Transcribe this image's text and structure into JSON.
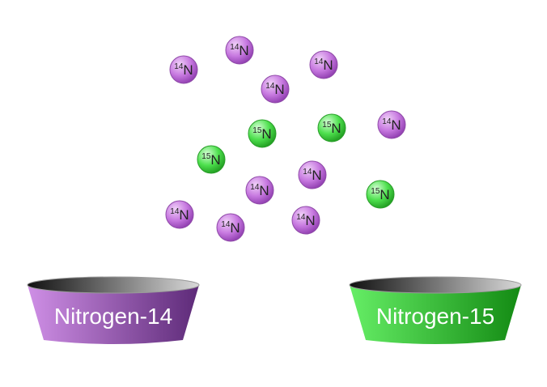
{
  "atoms": [
    {
      "isotope": "14",
      "symbol": "N",
      "kind": "n14"
    },
    {
      "isotope": "14",
      "symbol": "N",
      "kind": "n14"
    },
    {
      "isotope": "14",
      "symbol": "N",
      "kind": "n14"
    },
    {
      "isotope": "14",
      "symbol": "N",
      "kind": "n14"
    },
    {
      "isotope": "15",
      "symbol": "N",
      "kind": "n15"
    },
    {
      "isotope": "15",
      "symbol": "N",
      "kind": "n15"
    },
    {
      "isotope": "14",
      "symbol": "N",
      "kind": "n14"
    },
    {
      "isotope": "15",
      "symbol": "N",
      "kind": "n15"
    },
    {
      "isotope": "14",
      "symbol": "N",
      "kind": "n14"
    },
    {
      "isotope": "14",
      "symbol": "N",
      "kind": "n14"
    },
    {
      "isotope": "15",
      "symbol": "N",
      "kind": "n15"
    },
    {
      "isotope": "14",
      "symbol": "N",
      "kind": "n14"
    },
    {
      "isotope": "14",
      "symbol": "N",
      "kind": "n14"
    },
    {
      "isotope": "14",
      "symbol": "N",
      "kind": "n14"
    }
  ],
  "bins": [
    {
      "label": "Nitrogen-14",
      "kind": "n14"
    },
    {
      "label": "Nitrogen-15",
      "kind": "n15"
    }
  ],
  "colors": {
    "n14_light": "#f0d0f8",
    "n14_mid": "#c779e0",
    "n14_dark": "#8e3cae",
    "n15_light": "#d6ffd6",
    "n15_mid": "#4ee04e",
    "n15_dark": "#1f9a1f",
    "bin14_left": "#cf8fe6",
    "bin14_right": "#5d2a78",
    "bin15_left": "#66ee66",
    "bin15_right": "#138a13",
    "rim_dark": "#111111",
    "rim_light": "#d9d9d9"
  }
}
